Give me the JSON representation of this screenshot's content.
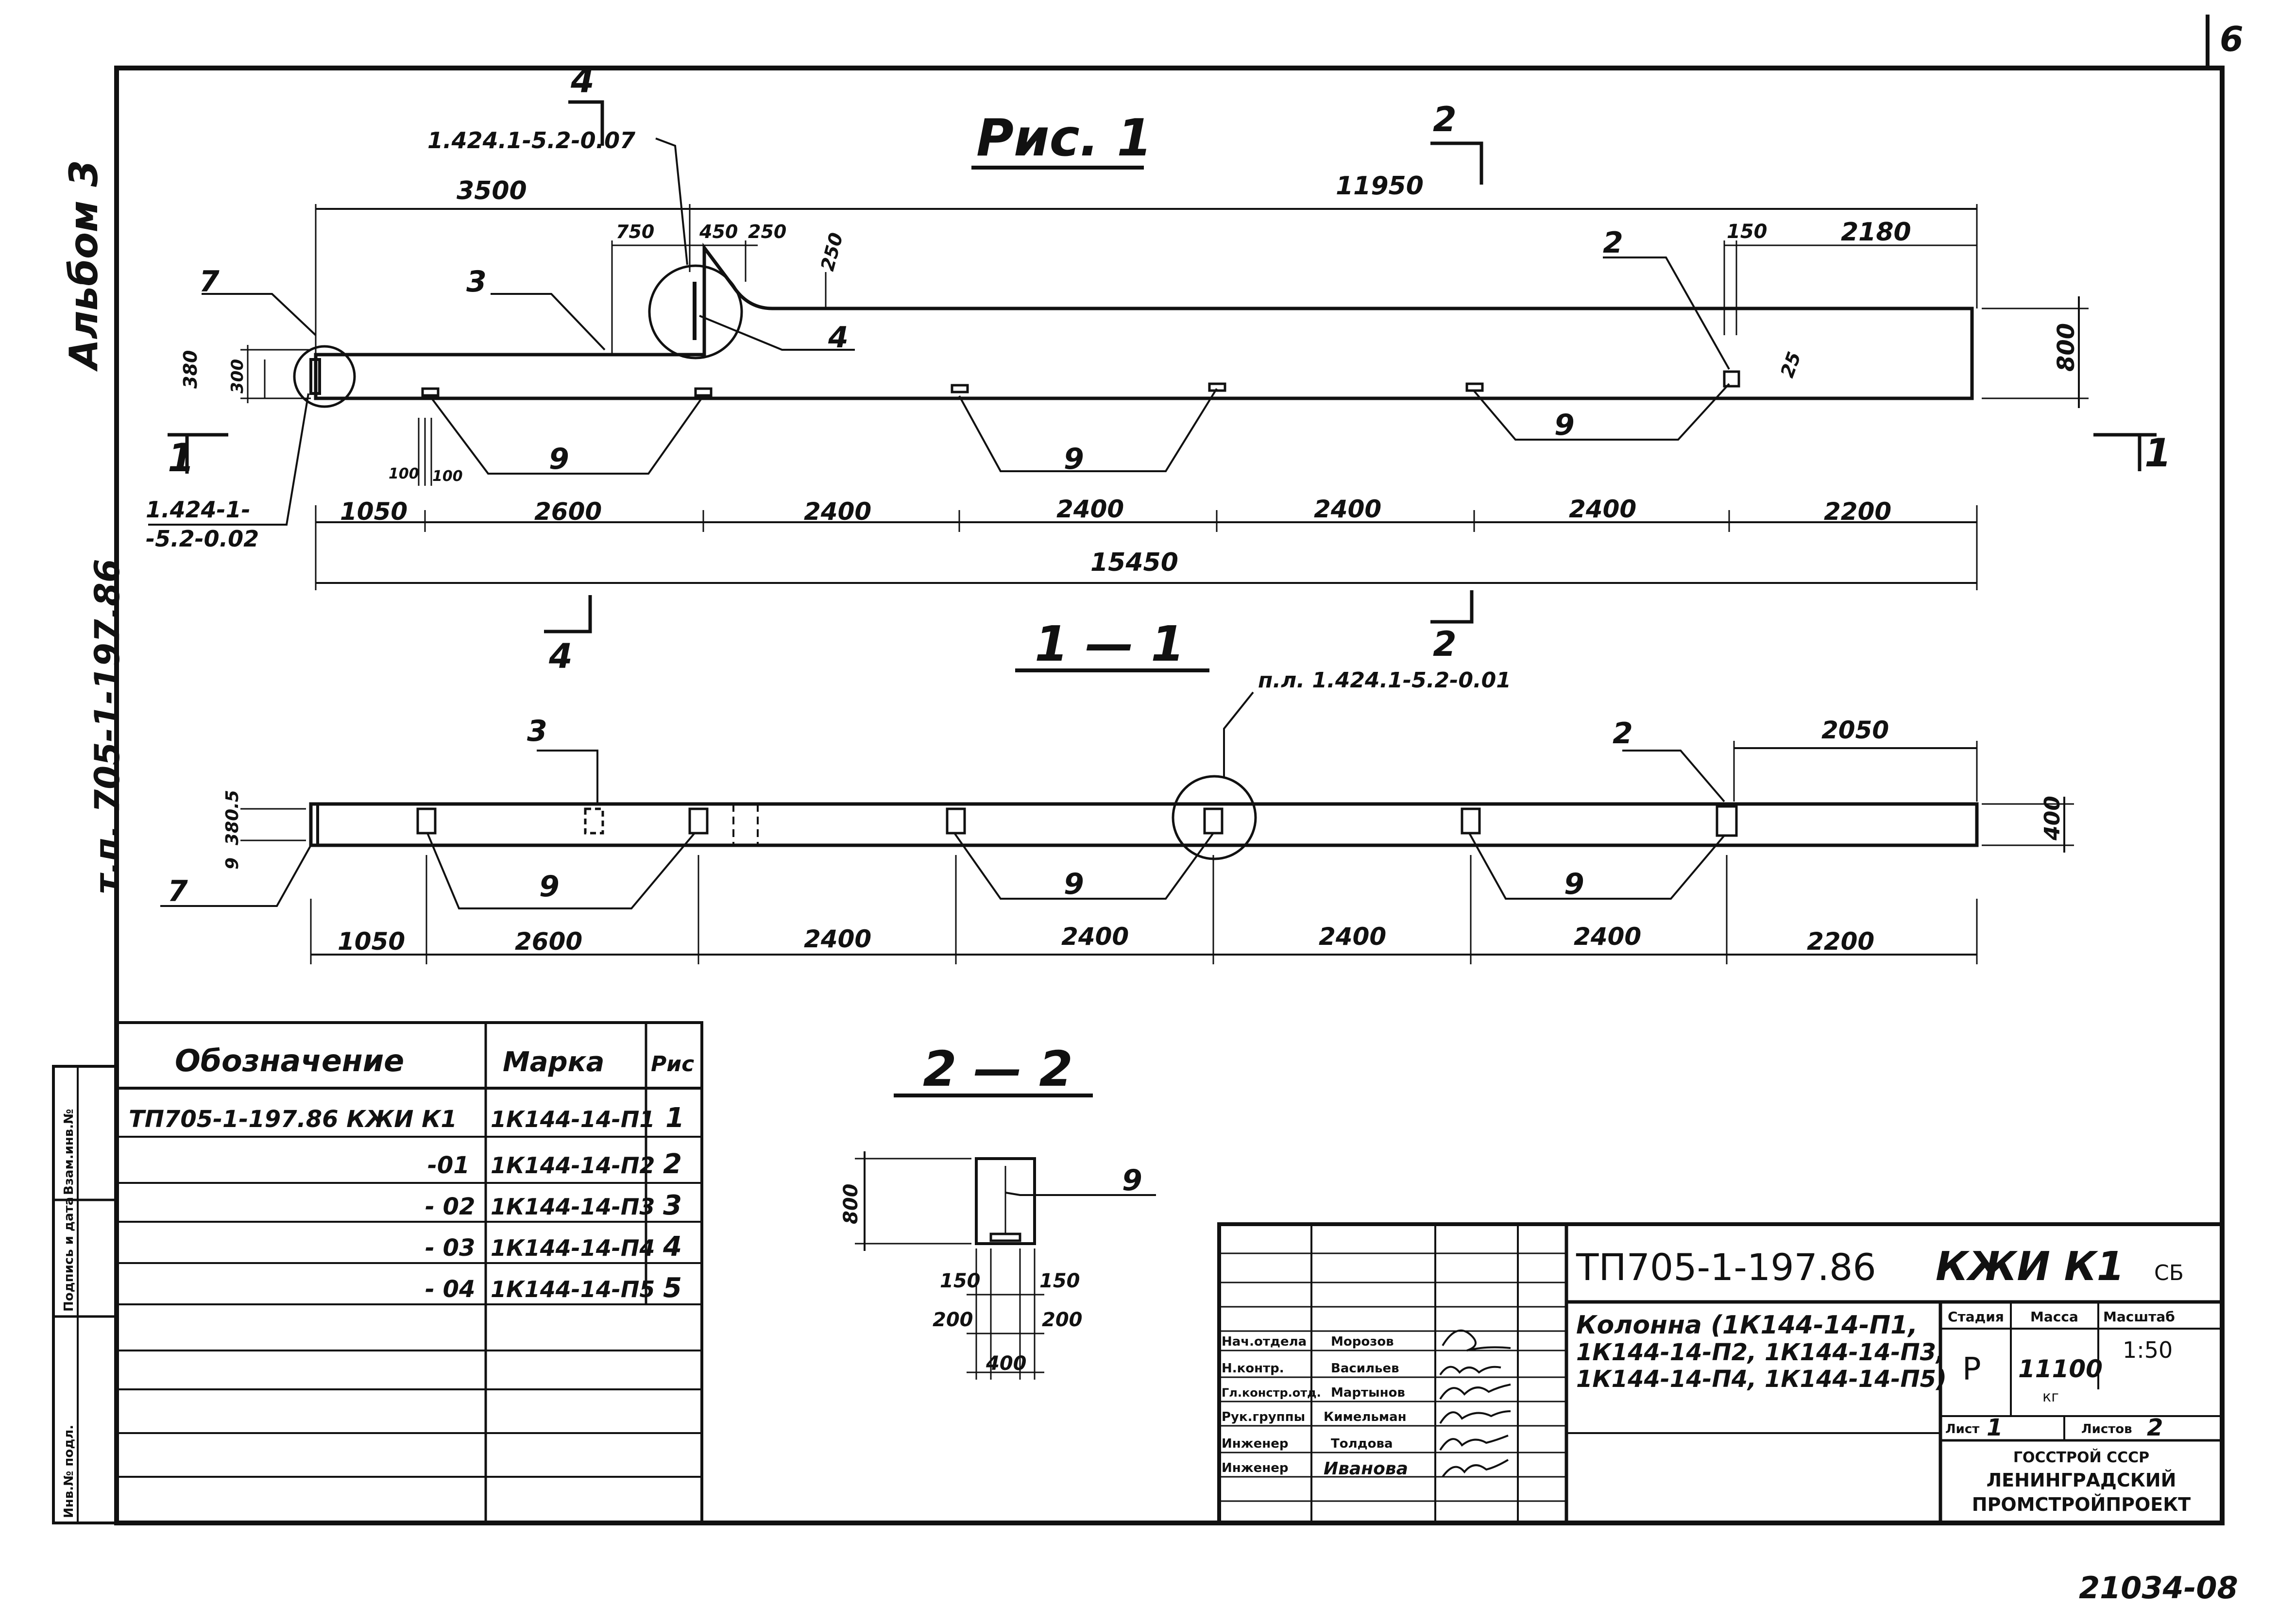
{
  "sheet": {
    "page_number": "6",
    "album": "Альбом 3",
    "doc_side": "т.п. 705-1-197.86",
    "archive_number": "21034-08"
  },
  "figure1": {
    "title": "Рис. 1",
    "dims_top": [
      "3500",
      "11950",
      "750",
      "450",
      "250",
      "250",
      "150",
      "2180"
    ],
    "dims_vert": [
      "800",
      "300",
      "380",
      "25",
      "100",
      "100"
    ],
    "dims_bottom": [
      "1050",
      "2600",
      "2400",
      "2400",
      "2400",
      "2400",
      "2200"
    ],
    "overall": "15450",
    "ref_top": "1.424.1-5.2-0.07",
    "ref_left_1": "1.424-1-",
    "ref_left_2": "-5.2-0.02",
    "callouts": [
      "7",
      "3",
      "4",
      "2",
      "9",
      "9",
      "9"
    ],
    "section_marks": [
      "4",
      "2",
      "1",
      "1",
      "4",
      "2"
    ]
  },
  "section11": {
    "title": "1 — 1",
    "ref": "п.л. 1.424.1-5.2-0.01",
    "dims_bottom": [
      "1050",
      "2600",
      "2400",
      "2400",
      "2400",
      "2400",
      "2200"
    ],
    "dim_top": "2050",
    "dim_height": "400",
    "dims_small": [
      "380.5",
      "9"
    ],
    "callouts": [
      "3",
      "2",
      "7",
      "9",
      "9",
      "9"
    ]
  },
  "section22": {
    "title": "2 — 2",
    "dims": [
      "800",
      "150",
      "150",
      "200",
      "200",
      "400"
    ],
    "callout": "9"
  },
  "spec_table": {
    "headers": [
      "Обозначение",
      "Марка",
      "Рис"
    ],
    "rows": [
      [
        "ТП705-1-197.86  КЖИ К1",
        "1К144-14-П1",
        "1"
      ],
      [
        "-01",
        "1К144-14-П2",
        "2"
      ],
      [
        "- 02",
        "1К144-14-П3",
        "3"
      ],
      [
        "- 03",
        "1К144-14-П4",
        "4"
      ],
      [
        "- 04",
        "1К144-14-П5",
        "5"
      ]
    ]
  },
  "left_strip": [
    "Инв.№ подл.",
    "Подпись и дата",
    "Взам.инв.№"
  ],
  "title_block": {
    "doc_code": "ТП705-1-197.86",
    "mark": "КЖИ К1",
    "doc_type": "СБ",
    "name_lines": [
      "Колонна (1К144-14-П1,",
      "1К144-14-П2, 1К144-14-П3,",
      "1К144-14-П4, 1К144-14-П5)"
    ],
    "stage_label": "Стадия",
    "stage": "Р",
    "mass_label": "Масса",
    "mass": "11100",
    "mass_unit": "кг",
    "scale_label": "Масштаб",
    "scale": "1:50",
    "sheet_label": "Лист",
    "sheet": "1",
    "sheets_label": "Листов",
    "sheets": "2",
    "org": [
      "ГОССТРОЙ СССР",
      "ЛЕНИНГРАДСКИЙ",
      "ПРОМСТРОЙПРОЕКТ"
    ],
    "people": [
      {
        "role": "Нач.отдела",
        "name": "Морозов"
      },
      {
        "role": "Н.контр.",
        "name": "Васильев"
      },
      {
        "role": "Гл.констр.отд.",
        "name": "Мартынов"
      },
      {
        "role": "Рук.группы",
        "name": "Кимельман"
      },
      {
        "role": "Инженер",
        "name": "Толдова"
      },
      {
        "role": "Инженер",
        "name": "Иванова"
      }
    ]
  }
}
